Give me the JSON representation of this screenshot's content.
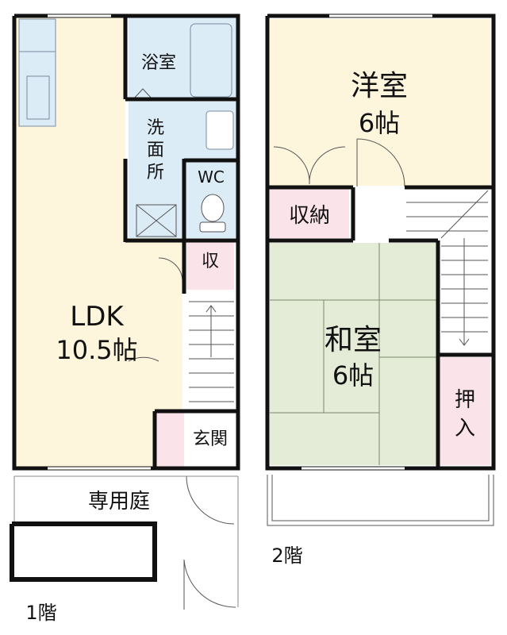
{
  "floor1": {
    "label": "1階",
    "rooms": {
      "ldk": {
        "name": "LDK",
        "size": "10.5帖"
      },
      "bath": {
        "name": "浴室"
      },
      "washroom": {
        "name": "洗面所"
      },
      "wc": {
        "name": "WC"
      },
      "storage": {
        "name": "収"
      },
      "entrance": {
        "name": "玄関"
      },
      "garden": {
        "name": "専用庭"
      }
    }
  },
  "floor2": {
    "label": "2階",
    "rooms": {
      "western": {
        "name": "洋室",
        "size": "6帖"
      },
      "closet": {
        "name": "収納"
      },
      "japanese": {
        "name": "和室",
        "size": "6帖"
      },
      "oshiire": {
        "name": "押入"
      }
    }
  },
  "colors": {
    "ldk_floor": "#fdf6dc",
    "wet_area": "#dcecf6",
    "storage": "#fbe3ea",
    "tatami": "#e4ecd8",
    "wall": "#111111"
  }
}
